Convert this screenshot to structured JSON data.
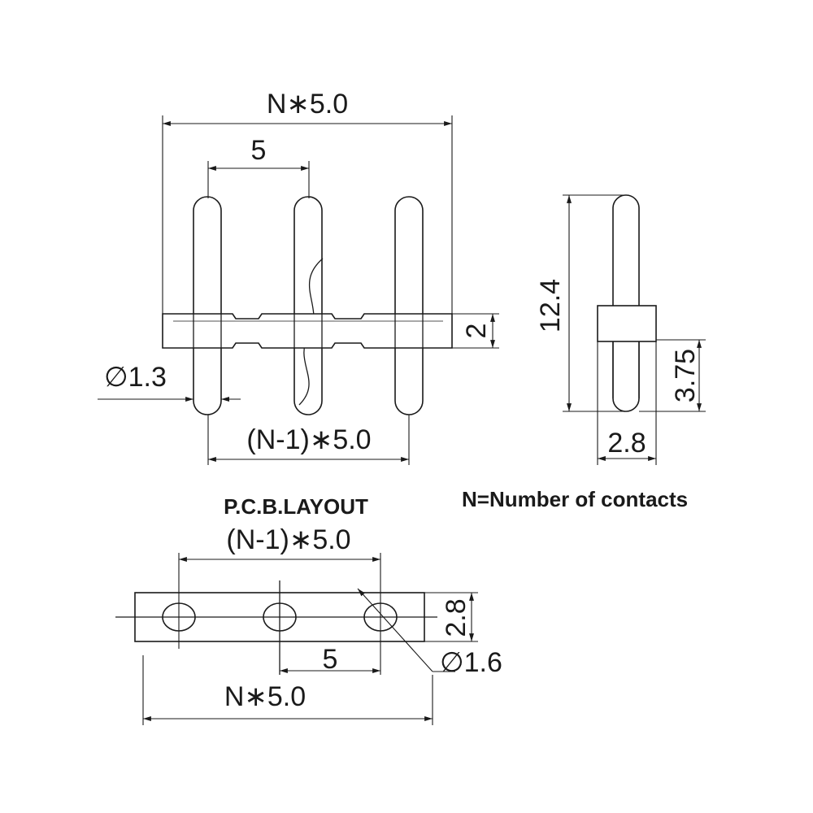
{
  "front_view": {
    "overall_width_label": "N∗5.0",
    "pitch_label": "5",
    "housing_height_label": "2",
    "pin_diameter_label": "∅1.3",
    "pin_span_label": "(N-1)∗5.0"
  },
  "side_view": {
    "pin_length_label": "12.4",
    "lower_pin_length_label": "3.75",
    "housing_width_label": "2.8"
  },
  "legend": {
    "note": "N=Number of contacts"
  },
  "pcb_layout": {
    "title": "P.C.B.LAYOUT",
    "hole_span_label": "(N-1)∗5.0",
    "strip_height_label": "2.8",
    "pitch_label": "5",
    "hole_diameter_label": "∅1.6",
    "overall_width_label": "N∗5.0"
  },
  "colors": {
    "line": "#1a1a1a",
    "background": "#ffffff"
  }
}
